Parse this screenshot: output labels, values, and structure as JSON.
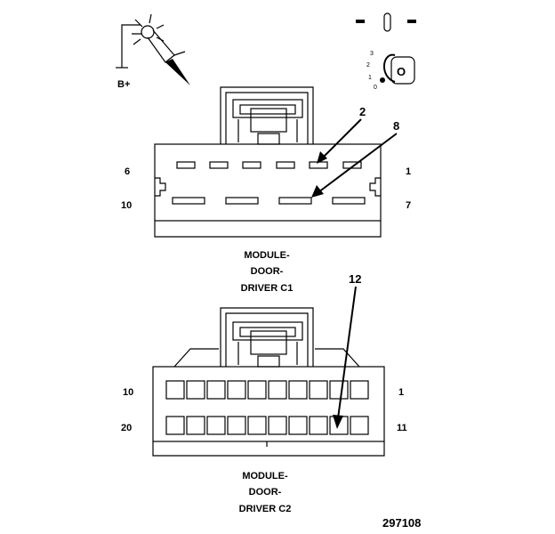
{
  "header": {
    "power_label": "B+",
    "ignition_switch_glyph": "O",
    "ignition_positions": [
      "3",
      "2",
      "1",
      "0"
    ]
  },
  "connector_c1": {
    "name_lines": [
      "MODULE-",
      "DOOR-",
      "DRIVER C1"
    ],
    "pin_labels": {
      "top_left": "6",
      "top_right": "1",
      "bottom_left": "10",
      "bottom_right": "7"
    },
    "callouts": [
      "2",
      "8"
    ]
  },
  "connector_c2": {
    "name_lines": [
      "MODULE-",
      "DOOR-",
      "DRIVER C2"
    ],
    "pin_labels": {
      "top_left": "10",
      "top_right": "1",
      "bottom_left": "20",
      "bottom_right": "11"
    },
    "callouts": [
      "12"
    ]
  },
  "figure_number": "297108"
}
